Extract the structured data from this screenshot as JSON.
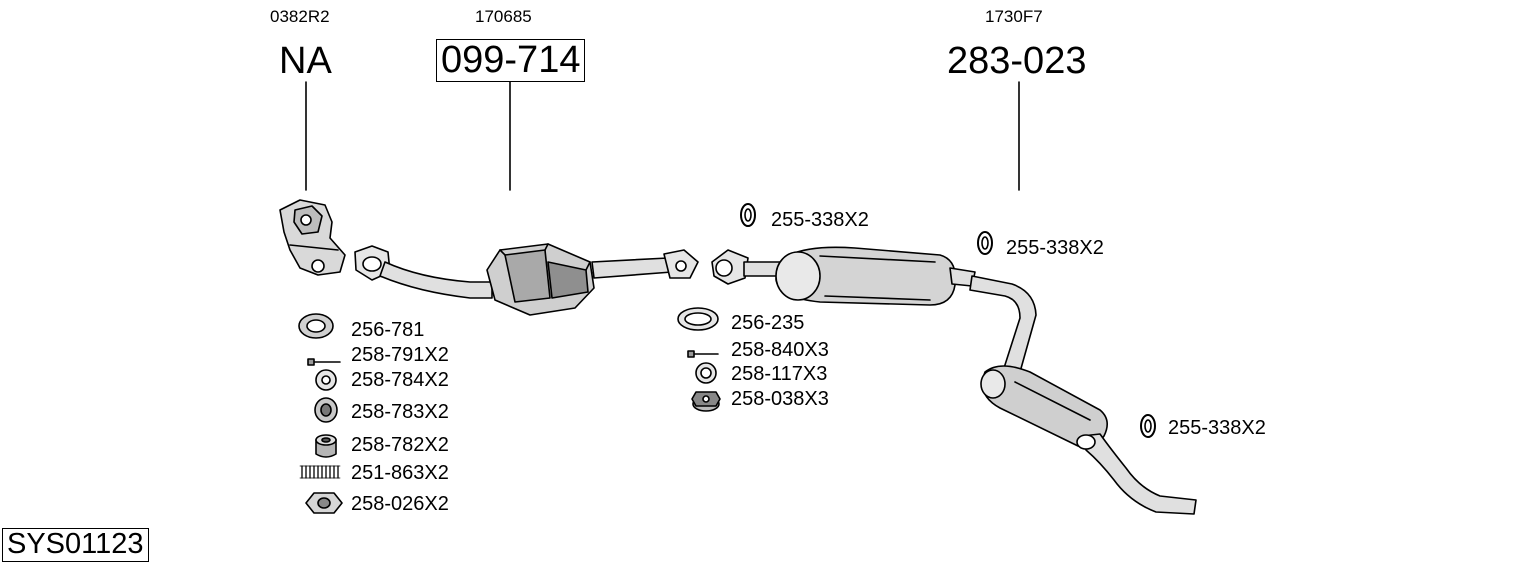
{
  "diagram_code": "SYS01123",
  "groups": [
    {
      "ref": "0382R2",
      "part": "NA",
      "boxed": false
    },
    {
      "ref": "170685",
      "part": "099-714",
      "boxed": true
    },
    {
      "ref": "1730F7",
      "part": "283-023",
      "boxed": false
    }
  ],
  "left_parts": [
    "256-781",
    "258-791X2",
    "258-784X2",
    "258-783X2",
    "258-782X2",
    "251-863X2",
    "258-026X2"
  ],
  "middle_parts": [
    "256-235",
    "258-840X3",
    "258-117X3",
    "258-038X3"
  ],
  "gasket_labels": [
    "255-338X2",
    "255-338X2",
    "255-338X2"
  ]
}
